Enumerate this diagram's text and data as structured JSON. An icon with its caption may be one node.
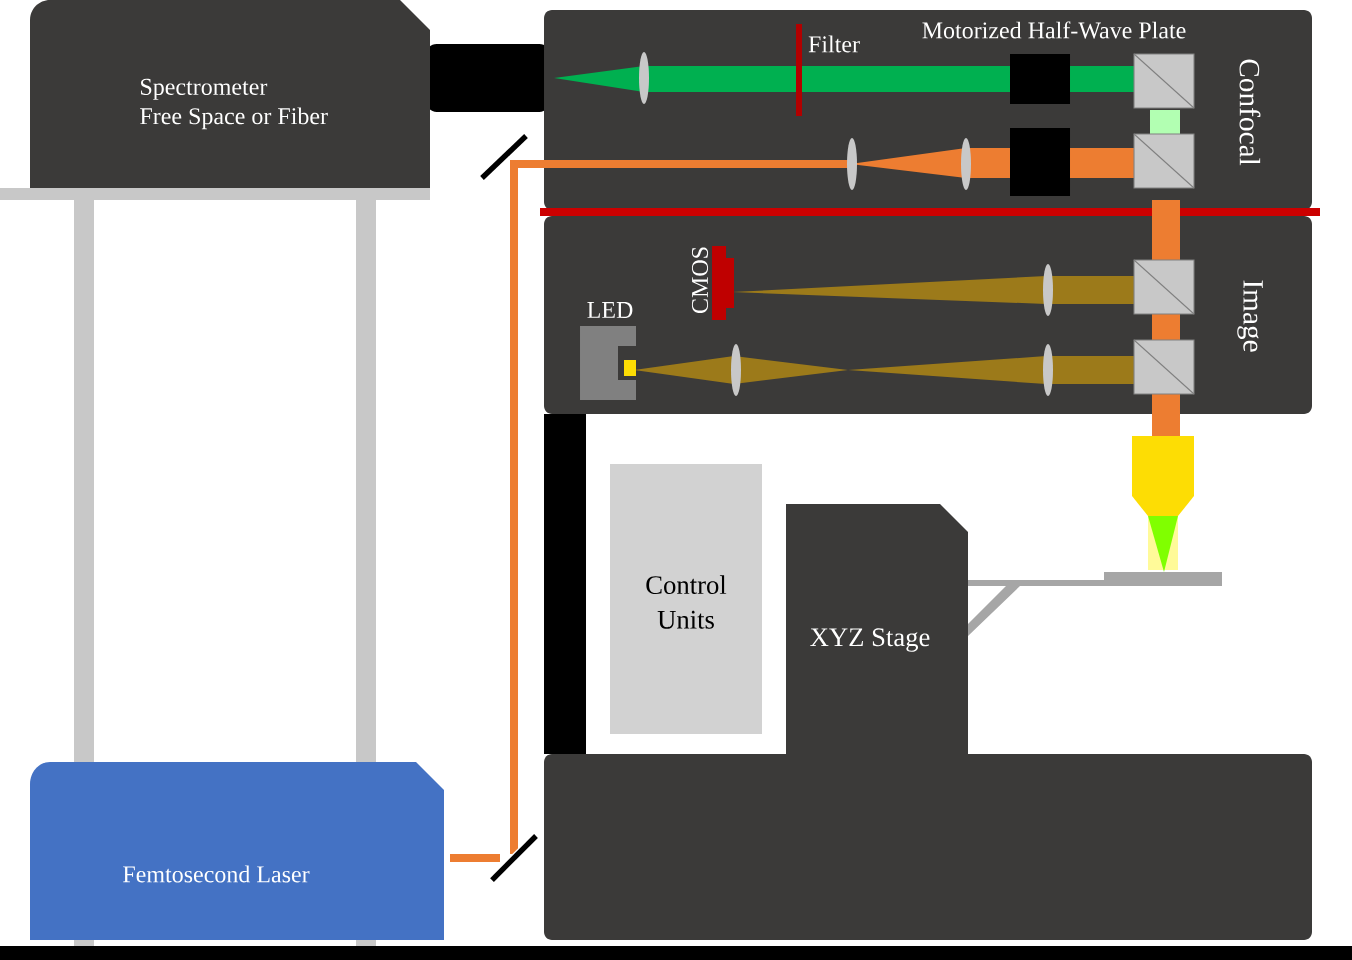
{
  "diagram": {
    "nodes": [
      {
        "text": [
          "Spectrometer",
          "Free Space or Fiber"
        ]
      },
      {
        "text": [
          "Confocal"
        ]
      },
      {
        "text": [
          "Image"
        ]
      },
      {
        "text": [
          "Control Units"
        ]
      },
      {
        "text": [
          "XYZ Stage"
        ]
      },
      {
        "text": [
          "Femtosecond Laser"
        ]
      }
    ],
    "labels": [
      "Filter",
      "Motorized Half-Wave Plate",
      "CMOS",
      "LED"
    ]
  }
}
